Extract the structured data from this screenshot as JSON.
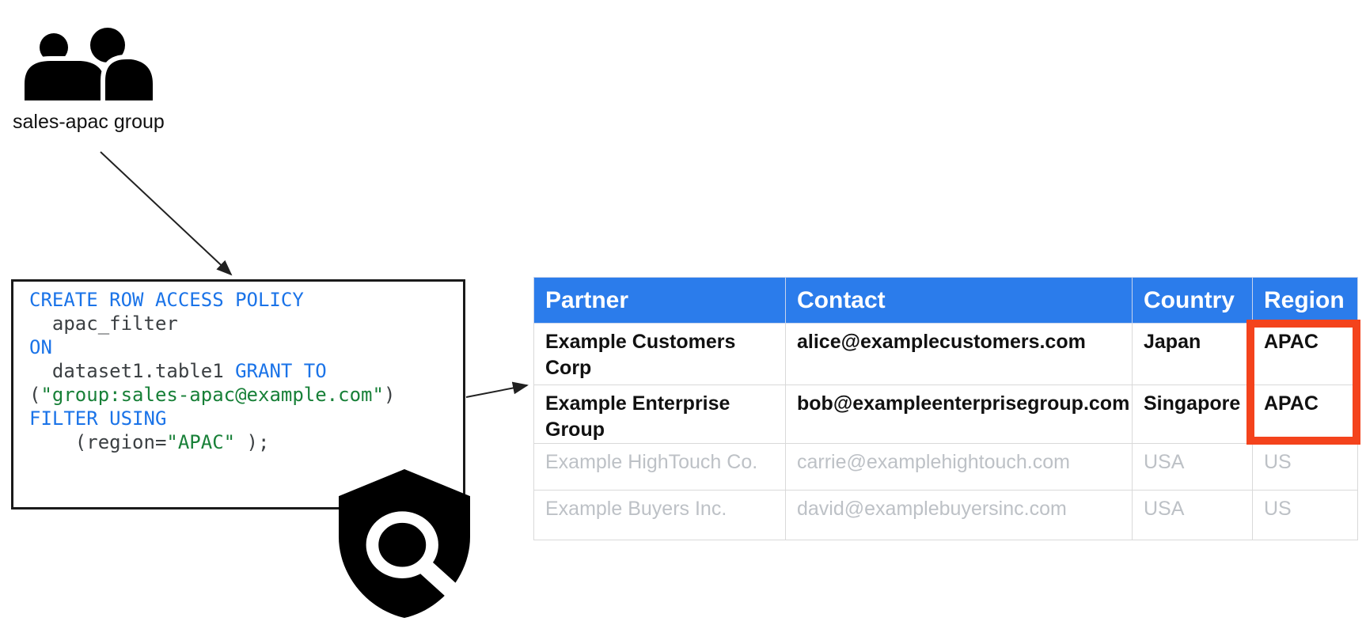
{
  "colors": {
    "code-keyword": "#1A73E8",
    "code-string": "#188038",
    "code-plain": "#3C4043",
    "table-header-bg": "#2B7CEB",
    "table-header-text": "#FFFFFF",
    "row-bold-text": "#111111",
    "row-faded-text": "#BDC1C6",
    "cell-border": "#D9D9D9",
    "highlight-red": "#F4431C",
    "diagram-black": "#111111"
  },
  "group": {
    "label": "sales-apac group",
    "icon": "two-people-group-icon"
  },
  "code_box": {
    "lines": [
      [
        {
          "text": "CREATE ROW ACCESS POLICY",
          "type": "keyword"
        }
      ],
      [
        {
          "text": "  apac_filter",
          "type": "plain"
        }
      ],
      [
        {
          "text": "ON",
          "type": "keyword"
        }
      ],
      [
        {
          "text": "  dataset1.table1 ",
          "type": "plain"
        },
        {
          "text": "GRANT TO",
          "type": "keyword"
        }
      ],
      [
        {
          "text": "(",
          "type": "plain"
        },
        {
          "text": "\"group:sales-apac@example.com\"",
          "type": "string"
        },
        {
          "text": ")",
          "type": "plain"
        }
      ],
      [
        {
          "text": "FILTER USING",
          "type": "keyword"
        }
      ],
      [
        {
          "text": "    (region=",
          "type": "plain"
        },
        {
          "text": "\"APAC\"",
          "type": "string"
        },
        {
          "text": " );",
          "type": "plain"
        }
      ]
    ]
  },
  "shield": {
    "icon": "shield-magnifier-icon"
  },
  "table": {
    "headers": [
      "Partner",
      "Contact",
      "Country",
      "Region"
    ],
    "rows": [
      {
        "cells": [
          "Example Customers Corp",
          "alice@examplecustomers.com",
          "Japan",
          "APAC"
        ],
        "emphasis": "bold"
      },
      {
        "cells": [
          "Example Enterprise Group",
          "bob@exampleenterprisegroup.com",
          "Singapore",
          "APAC"
        ],
        "emphasis": "bold"
      },
      {
        "cells": [
          "Example HighTouch Co.",
          "carrie@examplehightouch.com",
          "USA",
          "US"
        ],
        "emphasis": "faded"
      },
      {
        "cells": [
          "Example Buyers Inc.",
          "david@examplebuyersinc.com",
          "USA",
          "US"
        ],
        "emphasis": "faded"
      }
    ],
    "highlight": {
      "column": "Region",
      "row_indexes": [
        0,
        1
      ]
    }
  }
}
